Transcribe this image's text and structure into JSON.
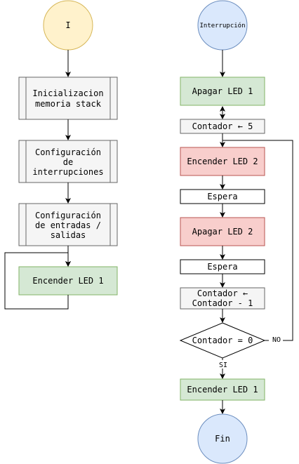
{
  "left_flow": {
    "start": {
      "label": "I",
      "fill": "#fff2cc",
      "stroke": "#d6b656"
    },
    "init_stack": {
      "lines": [
        "Inicializacion",
        "memoria stack"
      ]
    },
    "config_interrupts": {
      "lines": [
        "Configuración",
        "de",
        "interrupciones"
      ]
    },
    "config_io": {
      "lines": [
        "Configuración",
        "de entradas /",
        "salidas"
      ]
    },
    "led1_on": {
      "label": "Encender LED 1"
    }
  },
  "right_flow": {
    "start": {
      "label": "Interrupción",
      "fill": "#dae8fc",
      "stroke": "#6c8ebf"
    },
    "led1_off": {
      "label": "Apagar LED 1"
    },
    "counter_set": {
      "label": "Contador ← 5"
    },
    "led2_on": {
      "label": "Encender LED 2"
    },
    "wait1": {
      "label": "Espera"
    },
    "led2_off": {
      "label": "Apagar LED 2"
    },
    "wait2": {
      "label": "Espera"
    },
    "counter_dec": {
      "lines": [
        "Contador ←",
        "Contador - 1"
      ]
    },
    "decision": {
      "label": "Contador = 0",
      "no_label": "NO",
      "yes_label": "SI"
    },
    "led1_on_end": {
      "label": "Encender LED 1"
    },
    "end": {
      "label": "Fin"
    }
  },
  "colors": {
    "process_fill": "#f5f5f5",
    "process_stroke": "#666666",
    "green_fill": "#d5e8d4",
    "green_stroke": "#82b366",
    "red_fill": "#f8cecc",
    "red_stroke": "#b85450",
    "grey_fill": "#f5f5f5",
    "grey_stroke": "#666666"
  }
}
